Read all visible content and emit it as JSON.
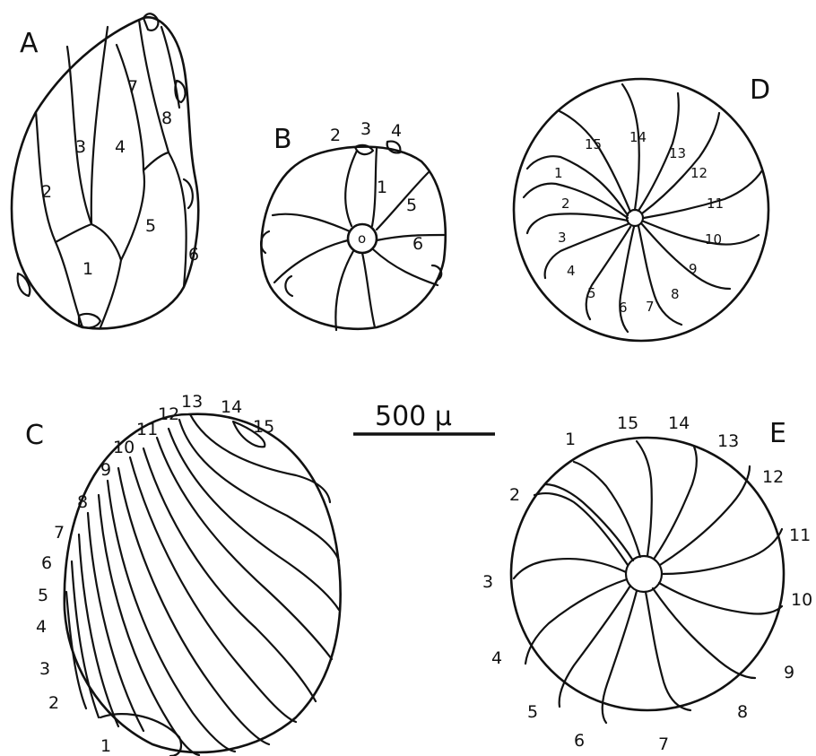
{
  "figure": {
    "scale_bar_label": "500 μ",
    "panels": [
      {
        "id": "A",
        "letter": "A",
        "chambers": [
          "1",
          "2",
          "3",
          "4",
          "5",
          "6",
          "7",
          "8"
        ]
      },
      {
        "id": "B",
        "letter": "B",
        "chambers": [
          "1",
          "2",
          "3",
          "4",
          "5",
          "6",
          "o"
        ]
      },
      {
        "id": "C",
        "letter": "C",
        "chambers": [
          "1",
          "2",
          "3",
          "4",
          "5",
          "6",
          "7",
          "8",
          "9",
          "10",
          "11",
          "12",
          "13",
          "14",
          "15"
        ]
      },
      {
        "id": "D",
        "letter": "D",
        "chambers": [
          "1",
          "2",
          "3",
          "4",
          "5",
          "6",
          "7",
          "8",
          "9",
          "10",
          "11",
          "12",
          "13",
          "14",
          "15"
        ]
      },
      {
        "id": "E",
        "letter": "E",
        "chambers": [
          "1",
          "2",
          "3",
          "4",
          "5",
          "6",
          "7",
          "8",
          "9",
          "10",
          "11",
          "12",
          "13",
          "14",
          "15"
        ]
      }
    ]
  }
}
